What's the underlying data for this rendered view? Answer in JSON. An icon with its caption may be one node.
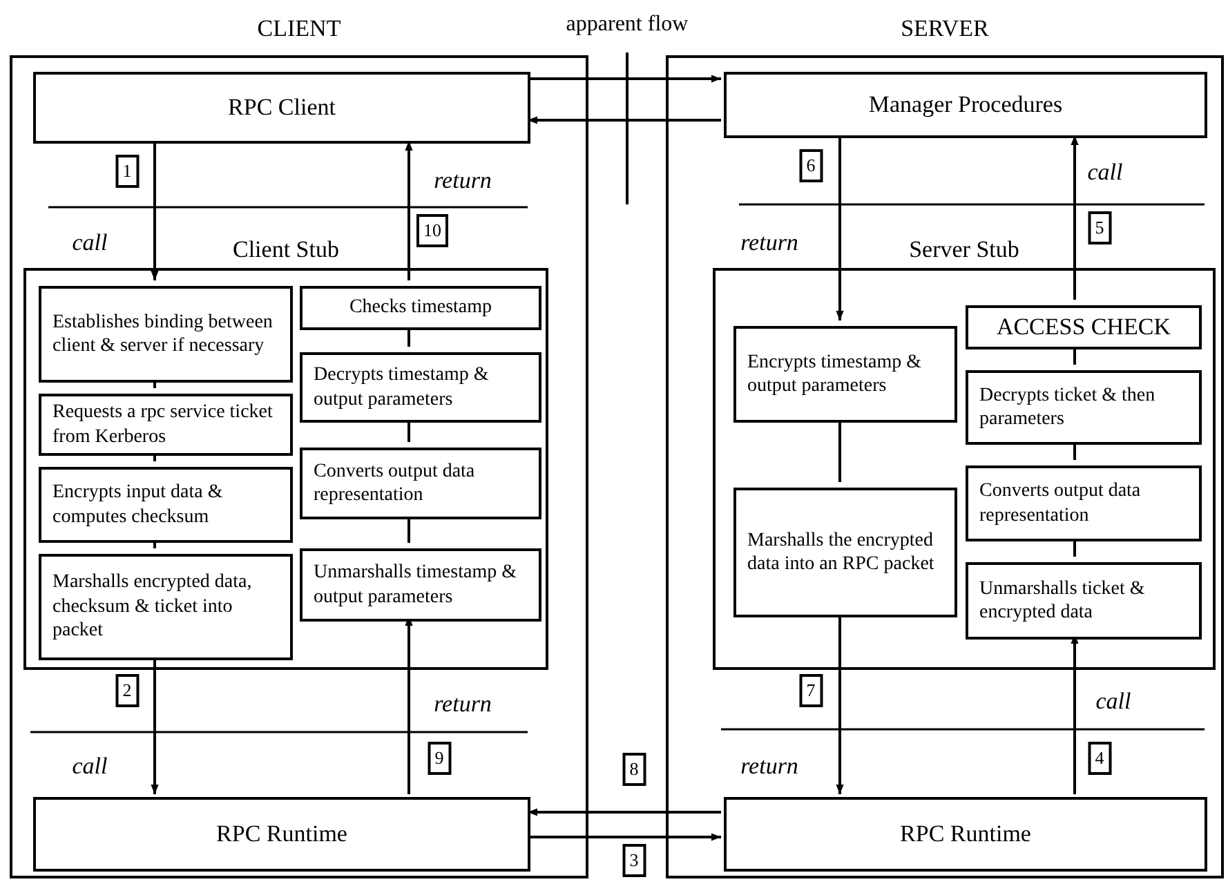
{
  "diagram": {
    "nodes": [
      {
        "text": [
          "CLIENT"
        ]
      },
      {
        "text": [
          "SERVER"
        ]
      },
      {
        "text": [
          "RPC Client"
        ],
        "in": 0
      },
      {
        "text": [
          "Client Stub"
        ],
        "in": 0
      },
      {
        "text": [
          "Establishes binding between client & server if necessary"
        ],
        "in": 3
      },
      {
        "text": [
          "Requests a rpc service ticket from Kerberos"
        ],
        "in": 3
      },
      {
        "text": [
          "Encrypts input data & computes checksum"
        ],
        "in": 3
      },
      {
        "text": [
          "Marshalls encrypted data, checksum & ticket into packet"
        ],
        "in": 3
      },
      {
        "text": [
          "Checks timestamp"
        ],
        "in": 3
      },
      {
        "text": [
          "Decrypts timestamp & output parameters"
        ],
        "in": 3
      },
      {
        "text": [
          "Converts output data representation"
        ],
        "in": 3
      },
      {
        "text": [
          "Unmarshalls timestamp & output parameters"
        ],
        "in": 3
      },
      {
        "text": [
          "RPC Runtime"
        ],
        "in": 0
      },
      {
        "text": [
          "Manager Procedures"
        ],
        "in": 1
      },
      {
        "text": [
          "Server Stub"
        ],
        "in": 1
      },
      {
        "text": [
          "Encrypts timestamp & output parameters"
        ],
        "in": 14
      },
      {
        "text": [
          "Marshalls the encrypted data into an RPC packet"
        ],
        "in": 14
      },
      {
        "text": [
          "ACCESS CHECK"
        ],
        "in": 14
      },
      {
        "text": [
          "Decrypts ticket & then parameters"
        ],
        "in": 14
      },
      {
        "text": [
          "Converts output data representation"
        ],
        "in": 14
      },
      {
        "text": [
          "Unmarshalls ticket & encrypted data"
        ],
        "in": 14
      },
      {
        "text": [
          "RPC Runtime"
        ],
        "in": 1
      }
    ],
    "edges": [
      {
        "from": 2,
        "to": 13,
        "arrow": "to"
      },
      {
        "from": 13,
        "to": 2,
        "arrow": "to"
      },
      {
        "from": 2,
        "to": 4,
        "arrow": "to"
      },
      {
        "from": 4,
        "to": 5,
        "arrow": "none"
      },
      {
        "from": 5,
        "to": 6,
        "arrow": "none"
      },
      {
        "from": 6,
        "to": 7,
        "arrow": "none"
      },
      {
        "from": 7,
        "to": 12,
        "arrow": "to"
      },
      {
        "from": 12,
        "to": 11,
        "arrow": "to"
      },
      {
        "from": 11,
        "to": 10,
        "arrow": "none"
      },
      {
        "from": 10,
        "to": 9,
        "arrow": "none"
      },
      {
        "from": 9,
        "to": 8,
        "arrow": "none"
      },
      {
        "from": 8,
        "to": 2,
        "arrow": "to"
      },
      {
        "from": 12,
        "to": 21,
        "arrow": "to"
      },
      {
        "from": 21,
        "to": 20,
        "arrow": "to"
      },
      {
        "from": 20,
        "to": 19,
        "arrow": "none"
      },
      {
        "from": 19,
        "to": 18,
        "arrow": "none"
      },
      {
        "from": 18,
        "to": 17,
        "arrow": "none"
      },
      {
        "from": 17,
        "to": 13,
        "arrow": "to"
      },
      {
        "from": 13,
        "to": 15,
        "arrow": "to"
      },
      {
        "from": 15,
        "to": 16,
        "arrow": "none"
      },
      {
        "from": 16,
        "to": 21,
        "arrow": "to"
      },
      {
        "from": 21,
        "to": 12,
        "arrow": "to"
      }
    ],
    "labels": [
      "apparent flow",
      "1",
      "return",
      "call",
      "10",
      "6",
      "call",
      "return",
      "5",
      "2",
      "return",
      "7",
      "call",
      "call",
      "9",
      "8",
      "return",
      "4",
      "3"
    ]
  }
}
